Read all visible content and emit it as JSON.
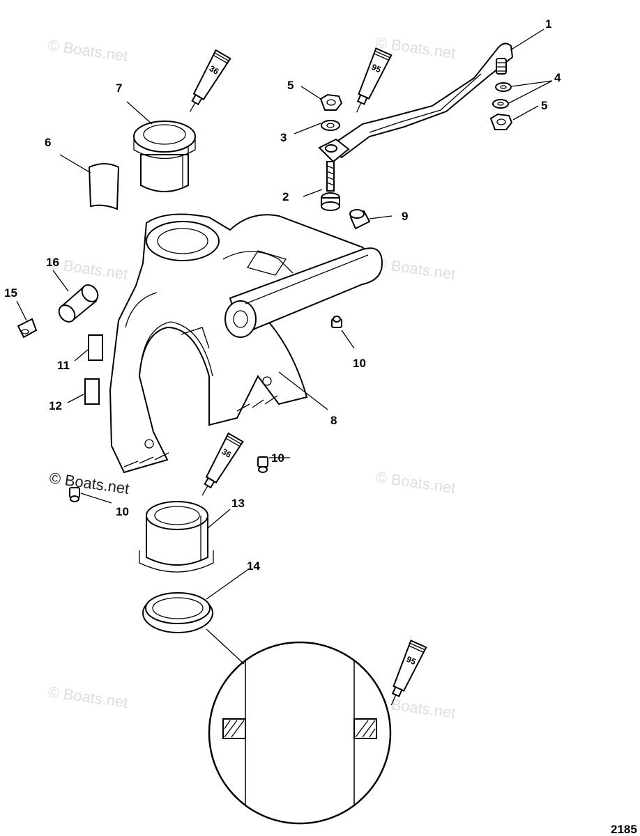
{
  "watermarks": [
    {
      "text": "© Boats.net"
    },
    {
      "text": "© Boats.net"
    },
    {
      "text": "© Boats.net"
    },
    {
      "text": "© Boats.net"
    },
    {
      "text": "© Boats.net"
    },
    {
      "text": "© Boats.net"
    },
    {
      "text": "© Boats.net"
    },
    {
      "text": "© Boats.net"
    }
  ],
  "callouts": [
    "1",
    "2",
    "3",
    "4",
    "5",
    "5",
    "6",
    "7",
    "8",
    "9",
    "10",
    "10",
    "10",
    "11",
    "12",
    "13",
    "14",
    "15",
    "16"
  ],
  "tubes": [
    "36",
    "95",
    "36",
    "95"
  ],
  "figure_number": "2185"
}
